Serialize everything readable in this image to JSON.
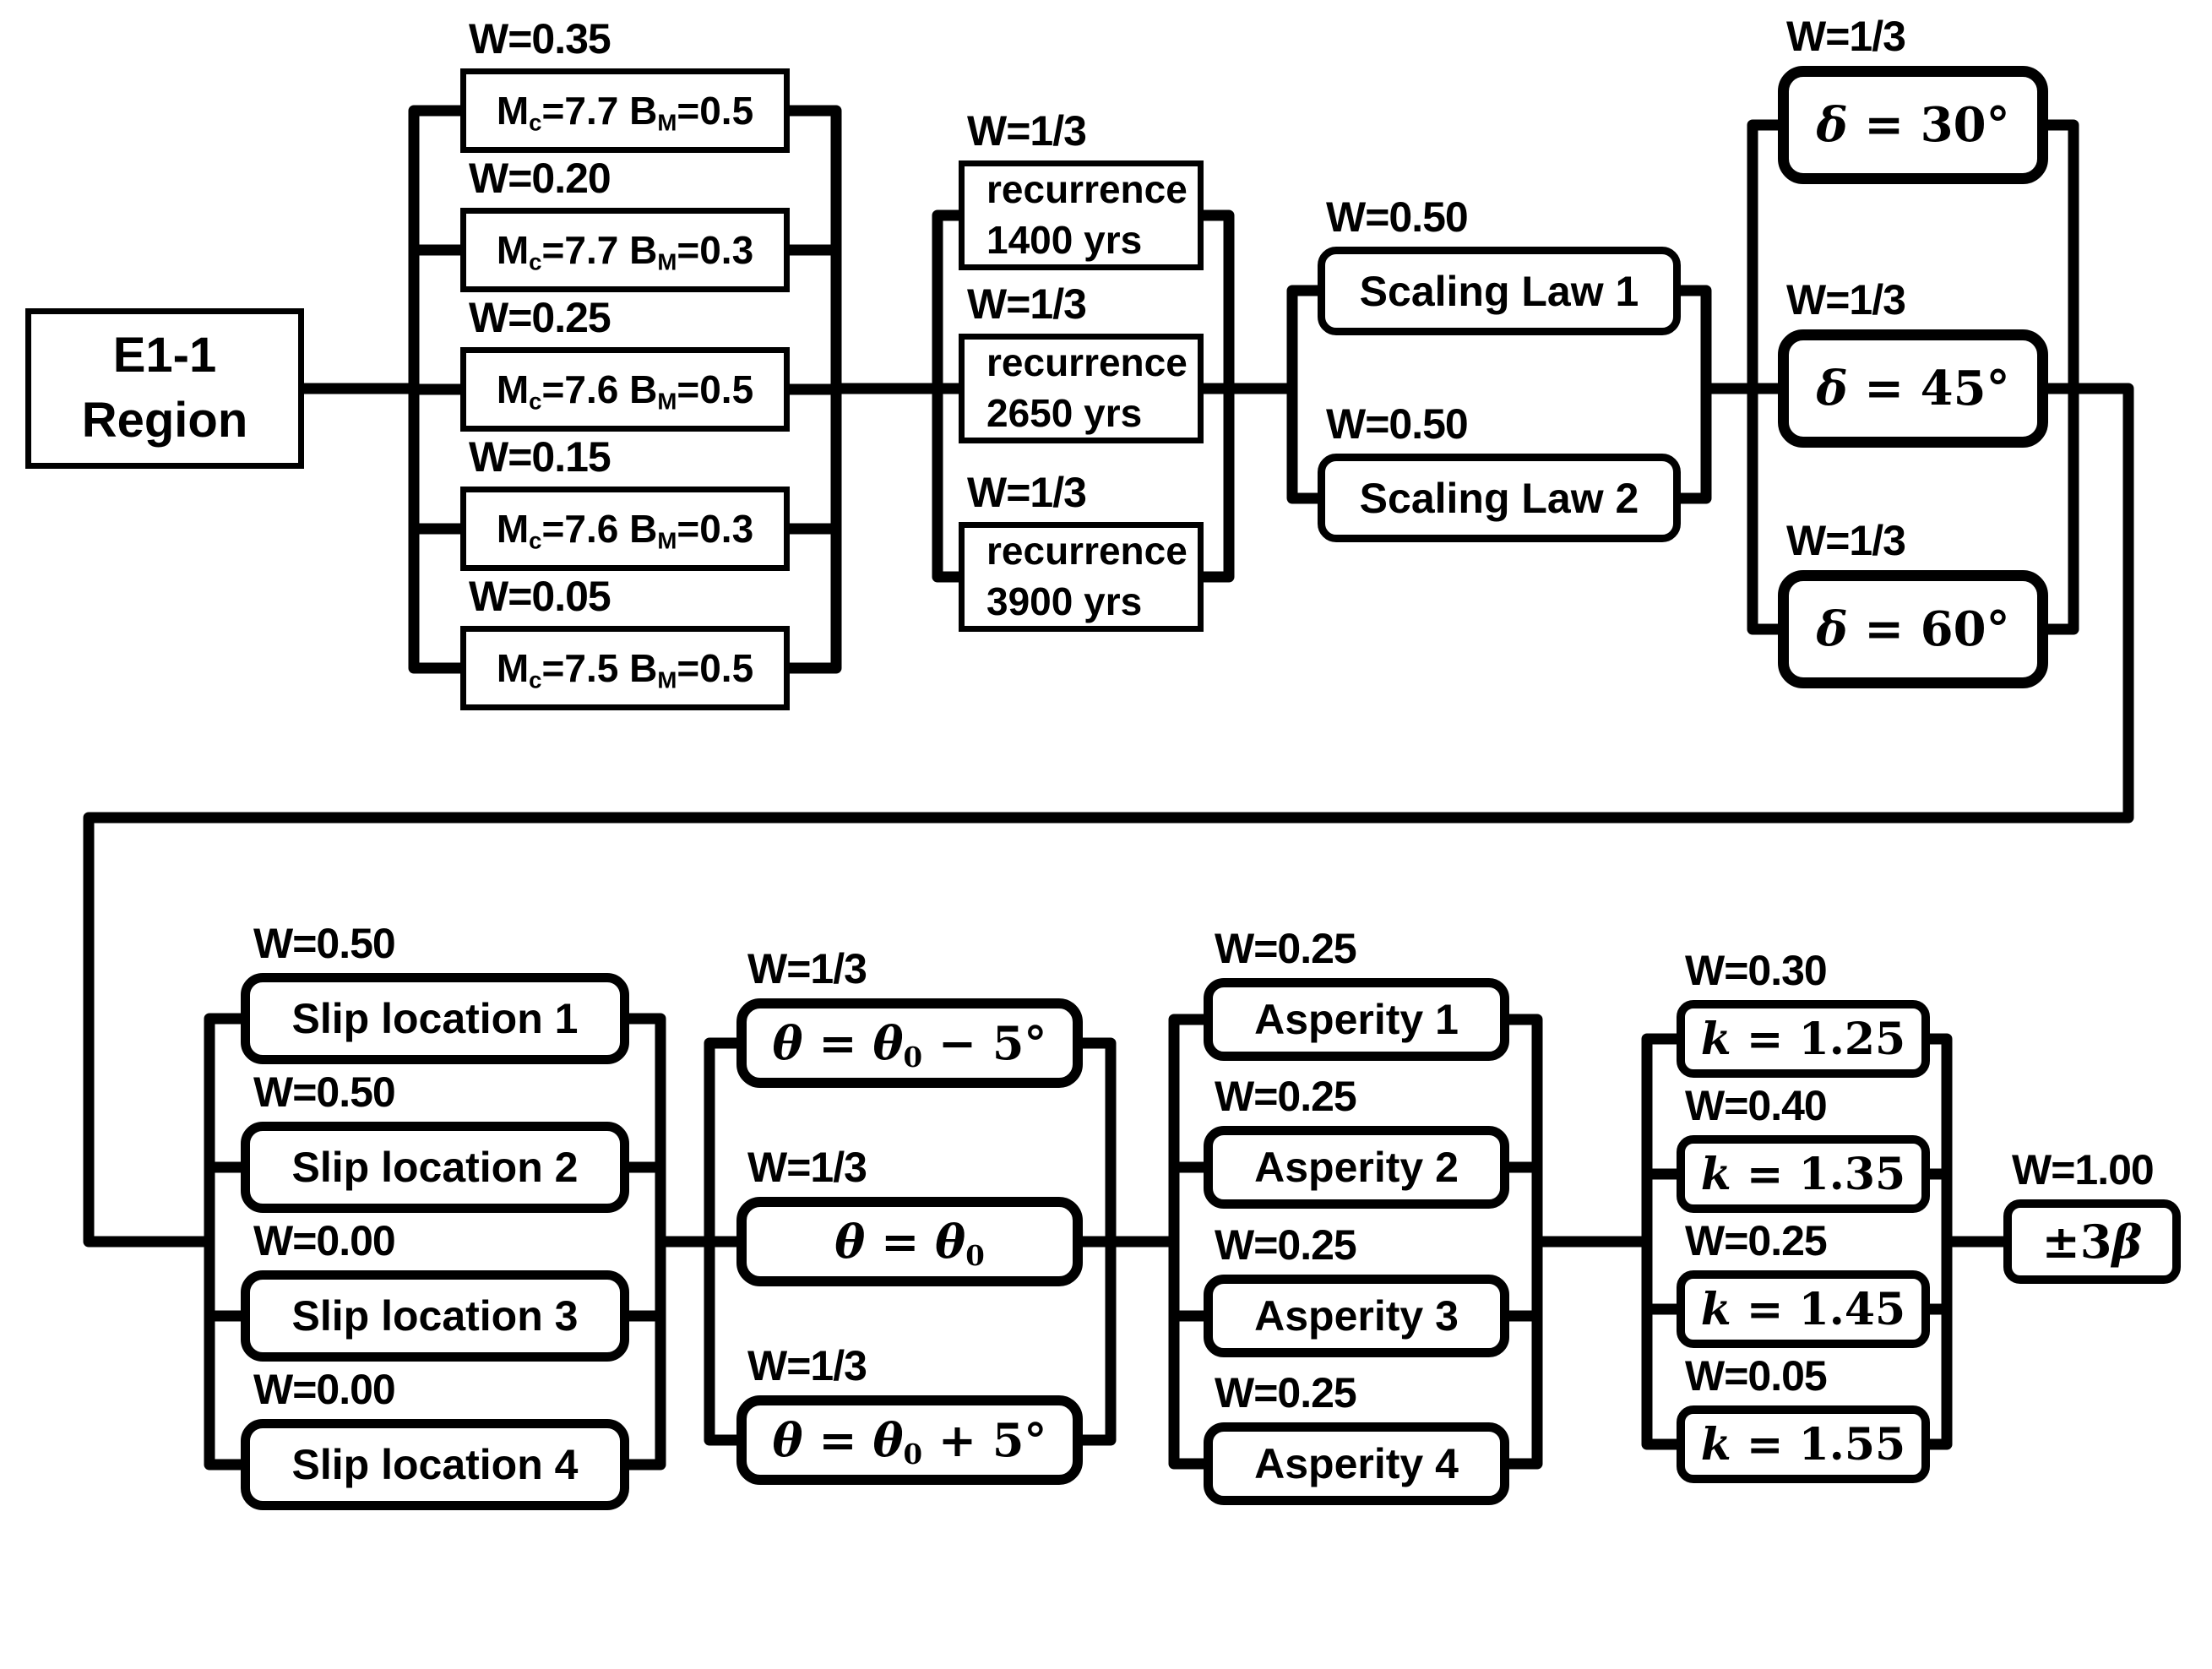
{
  "colors": {
    "ink": "#000000",
    "paper": "#ffffff"
  },
  "figure": {
    "root": {
      "line1": "E1-1",
      "line2": "Region"
    },
    "top": {
      "magnitude": {
        "items": [
          {
            "weight": "W=0.35",
            "parts": [
              {
                "t": "M"
              },
              {
                "t": "c",
                "sub": true
              },
              {
                "t": "=7.7 "
              },
              {
                "t": "B"
              },
              {
                "t": "M",
                "sub": true
              },
              {
                "t": "=0.5"
              }
            ]
          },
          {
            "weight": "W=0.20",
            "parts": [
              {
                "t": "M"
              },
              {
                "t": "c",
                "sub": true
              },
              {
                "t": "=7.7 "
              },
              {
                "t": "B"
              },
              {
                "t": "M",
                "sub": true
              },
              {
                "t": "=0.3"
              }
            ]
          },
          {
            "weight": "W=0.25",
            "parts": [
              {
                "t": "M"
              },
              {
                "t": "c",
                "sub": true
              },
              {
                "t": "=7.6 "
              },
              {
                "t": "B"
              },
              {
                "t": "M",
                "sub": true
              },
              {
                "t": "=0.5"
              }
            ]
          },
          {
            "weight": "W=0.15",
            "parts": [
              {
                "t": "M"
              },
              {
                "t": "c",
                "sub": true
              },
              {
                "t": "=7.6 "
              },
              {
                "t": "B"
              },
              {
                "t": "M",
                "sub": true
              },
              {
                "t": "=0.3"
              }
            ]
          },
          {
            "weight": "W=0.05",
            "parts": [
              {
                "t": "M"
              },
              {
                "t": "c",
                "sub": true
              },
              {
                "t": "=7.5 "
              },
              {
                "t": "B"
              },
              {
                "t": "M",
                "sub": true
              },
              {
                "t": "=0.5"
              }
            ]
          }
        ]
      },
      "recurrence": {
        "items": [
          {
            "weight": "W=1/3",
            "line1": "recurrence",
            "line2": "1400 yrs"
          },
          {
            "weight": "W=1/3",
            "line1": "recurrence",
            "line2": "2650 yrs"
          },
          {
            "weight": "W=1/3",
            "line1": "recurrence",
            "line2": "3900 yrs"
          }
        ]
      },
      "scaling": {
        "items": [
          {
            "weight": "W=0.50",
            "label": "Scaling Law 1"
          },
          {
            "weight": "W=0.50",
            "label": "Scaling Law 2"
          }
        ]
      },
      "dip": {
        "items": [
          {
            "weight": "W=1/3",
            "parts": [
              {
                "t": "δ",
                "i": true
              },
              {
                "t": " = 30°"
              }
            ]
          },
          {
            "weight": "W=1/3",
            "parts": [
              {
                "t": "δ",
                "i": true
              },
              {
                "t": " = 45°"
              }
            ]
          },
          {
            "weight": "W=1/3",
            "parts": [
              {
                "t": "δ",
                "i": true
              },
              {
                "t": " = 60°"
              }
            ]
          }
        ]
      }
    },
    "bottom": {
      "slip": {
        "items": [
          {
            "weight": "W=0.50",
            "label": "Slip location 1"
          },
          {
            "weight": "W=0.50",
            "label": "Slip location 2"
          },
          {
            "weight": "W=0.00",
            "label": "Slip location 3"
          },
          {
            "weight": "W=0.00",
            "label": "Slip location 4"
          }
        ]
      },
      "strike": {
        "items": [
          {
            "weight": "W=1/3",
            "parts": [
              {
                "t": "θ",
                "i": true
              },
              {
                "t": " = "
              },
              {
                "t": "θ",
                "i": true
              },
              {
                "t": "0",
                "sub": true
              },
              {
                "t": " − 5°"
              }
            ]
          },
          {
            "weight": "W=1/3",
            "parts": [
              {
                "t": "θ",
                "i": true
              },
              {
                "t": " = "
              },
              {
                "t": "θ",
                "i": true
              },
              {
                "t": "0",
                "sub": true
              }
            ]
          },
          {
            "weight": "W=1/3",
            "parts": [
              {
                "t": "θ",
                "i": true
              },
              {
                "t": " = "
              },
              {
                "t": "θ",
                "i": true
              },
              {
                "t": "0",
                "sub": true
              },
              {
                "t": " + 5°"
              }
            ]
          }
        ]
      },
      "asperity": {
        "items": [
          {
            "weight": "W=0.25",
            "label": "Asperity 1"
          },
          {
            "weight": "W=0.25",
            "label": "Asperity 2"
          },
          {
            "weight": "W=0.25",
            "label": "Asperity 3"
          },
          {
            "weight": "W=0.25",
            "label": "Asperity 4"
          }
        ]
      },
      "kvalue": {
        "items": [
          {
            "weight": "W=0.30",
            "parts": [
              {
                "t": "k",
                "i": true
              },
              {
                "t": " = 1.25"
              }
            ]
          },
          {
            "weight": "W=0.40",
            "parts": [
              {
                "t": "k",
                "i": true
              },
              {
                "t": " = 1.35"
              }
            ]
          },
          {
            "weight": "W=0.25",
            "parts": [
              {
                "t": "k",
                "i": true
              },
              {
                "t": " = 1.45"
              }
            ]
          },
          {
            "weight": "W=0.05",
            "parts": [
              {
                "t": "k",
                "i": true
              },
              {
                "t": " = 1.55"
              }
            ]
          }
        ]
      },
      "sigma": {
        "weight": "W=1.00",
        "parts": [
          {
            "t": "±3"
          },
          {
            "t": "β",
            "i": true
          }
        ]
      }
    }
  }
}
